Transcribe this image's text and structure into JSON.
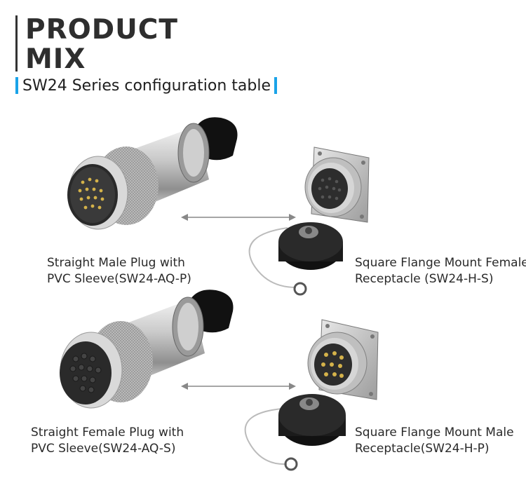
{
  "header": {
    "title_line1": "PRODUCT",
    "title_line2": "MIX",
    "subtitle": "SW24 Series configuration table",
    "accent_color": "#1aa3e8"
  },
  "products": {
    "male_plug": {
      "name_line1": "Straight Male Plug with",
      "name_line2": "PVC Sleeve(SW24-AQ-P)"
    },
    "female_receptacle": {
      "name_line1": "Square Flange Mount Female",
      "name_line2": "Receptacle (SW24-H-S)"
    },
    "female_plug": {
      "name_line1": "Straight Female Plug with",
      "name_line2": "PVC Sleeve(SW24-AQ-S)"
    },
    "male_receptacle": {
      "name_line1": "Square Flange Mount Male",
      "name_line2": "Receptacle(SW24-H-P)"
    }
  },
  "icons": [
    "double-arrow-icon",
    "dust-cap-icon"
  ]
}
